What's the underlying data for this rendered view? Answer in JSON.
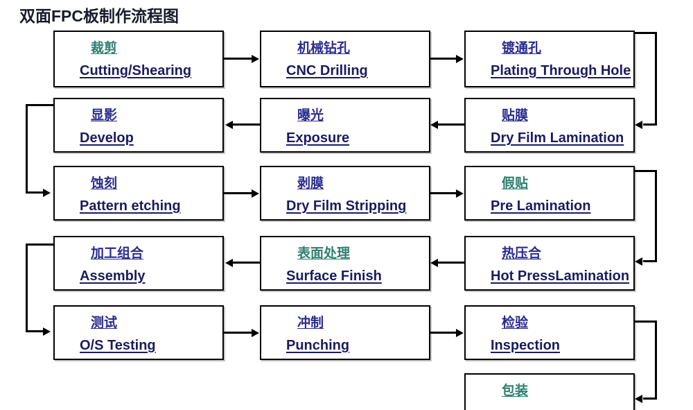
{
  "title": "双面FPC板制作流程图",
  "colors": {
    "cn_blue": "#2b2b8f",
    "cn_green": "#2e7f6e",
    "en_navy": "#1b1b5e",
    "border": "#000000",
    "background": "#ffffff",
    "title": "#1a1a2e"
  },
  "nodes": [
    {
      "id": "cutting",
      "cn": "裁剪",
      "en": "Cutting/Shearing",
      "cn_color": "green",
      "row": 1,
      "col": 1
    },
    {
      "id": "cnc-drilling",
      "cn": "机械钻孔",
      "en": "CNC Drilling",
      "cn_color": "blue",
      "row": 1,
      "col": 2
    },
    {
      "id": "plating",
      "cn": "镀通孔",
      "en": "Plating Through Hole",
      "cn_color": "blue",
      "row": 1,
      "col": 3
    },
    {
      "id": "develop",
      "cn": "显影",
      "en": "Develop",
      "cn_color": "blue",
      "row": 2,
      "col": 1
    },
    {
      "id": "exposure",
      "cn": "曝光",
      "en": "Exposure",
      "cn_color": "blue",
      "row": 2,
      "col": 2
    },
    {
      "id": "dry-film-lam",
      "cn": "贴膜",
      "en": "Dry Film Lamination",
      "cn_color": "blue",
      "row": 2,
      "col": 3
    },
    {
      "id": "pattern-etch",
      "cn": "蚀刻",
      "en": "Pattern etching",
      "cn_color": "blue",
      "row": 3,
      "col": 1
    },
    {
      "id": "dry-film-strip",
      "cn": "剥膜",
      "en": "Dry Film Stripping",
      "cn_color": "blue",
      "row": 3,
      "col": 2
    },
    {
      "id": "pre-lamination",
      "cn": "假贴",
      "en": " Pre Lamination",
      "cn_color": "green",
      "row": 3,
      "col": 3
    },
    {
      "id": "assembly",
      "cn": "加工组合",
      "en": "Assembly",
      "cn_color": "blue",
      "row": 4,
      "col": 1
    },
    {
      "id": "surface-finish",
      "cn": "表面处理",
      "en": "Surface  Finish",
      "cn_color": "green",
      "row": 4,
      "col": 2
    },
    {
      "id": "hot-press",
      "cn": "热压合",
      "en": "Hot PressLamination",
      "cn_color": "blue",
      "row": 4,
      "col": 3
    },
    {
      "id": "os-testing",
      "cn": "测试",
      "en": "O/S Testing",
      "cn_color": "blue",
      "row": 5,
      "col": 1
    },
    {
      "id": "punching",
      "cn": "冲制",
      "en": "Punching",
      "cn_color": "blue",
      "row": 5,
      "col": 2
    },
    {
      "id": "inspection",
      "cn": "检验",
      "en": "Inspection",
      "cn_color": "blue",
      "row": 5,
      "col": 3
    },
    {
      "id": "packaging",
      "cn": "包装",
      "en": "",
      "cn_color": "green",
      "row": 6,
      "col": 3
    }
  ],
  "flow_order": [
    "cutting",
    "cnc-drilling",
    "plating",
    "dry-film-lam",
    "exposure",
    "develop",
    "pattern-etch",
    "dry-film-strip",
    "pre-lamination",
    "hot-press",
    "surface-finish",
    "assembly",
    "os-testing",
    "punching",
    "inspection",
    "packaging"
  ],
  "chart_data": {
    "type": "diagram",
    "title": "双面FPC板制作流程图",
    "diagram_kind": "serpentine-process-flowchart",
    "rows": 6,
    "columns": 3,
    "steps": [
      {
        "index": 1,
        "cn": "裁剪",
        "en": "Cutting/Shearing"
      },
      {
        "index": 2,
        "cn": "机械钻孔",
        "en": "CNC Drilling"
      },
      {
        "index": 3,
        "cn": "镀通孔",
        "en": "Plating Through Hole"
      },
      {
        "index": 4,
        "cn": "贴膜",
        "en": "Dry Film Lamination"
      },
      {
        "index": 5,
        "cn": "曝光",
        "en": "Exposure"
      },
      {
        "index": 6,
        "cn": "显影",
        "en": "Develop"
      },
      {
        "index": 7,
        "cn": "蚀刻",
        "en": "Pattern etching"
      },
      {
        "index": 8,
        "cn": "剥膜",
        "en": "Dry Film Stripping"
      },
      {
        "index": 9,
        "cn": "假贴",
        "en": "Pre Lamination"
      },
      {
        "index": 10,
        "cn": "热压合",
        "en": "Hot PressLamination"
      },
      {
        "index": 11,
        "cn": "表面处理",
        "en": "Surface  Finish"
      },
      {
        "index": 12,
        "cn": "加工组合",
        "en": "Assembly"
      },
      {
        "index": 13,
        "cn": "测试",
        "en": "O/S Testing"
      },
      {
        "index": 14,
        "cn": "冲制",
        "en": "Punching"
      },
      {
        "index": 15,
        "cn": "检验",
        "en": "Inspection"
      },
      {
        "index": 16,
        "cn": "包装",
        "en": ""
      }
    ]
  }
}
